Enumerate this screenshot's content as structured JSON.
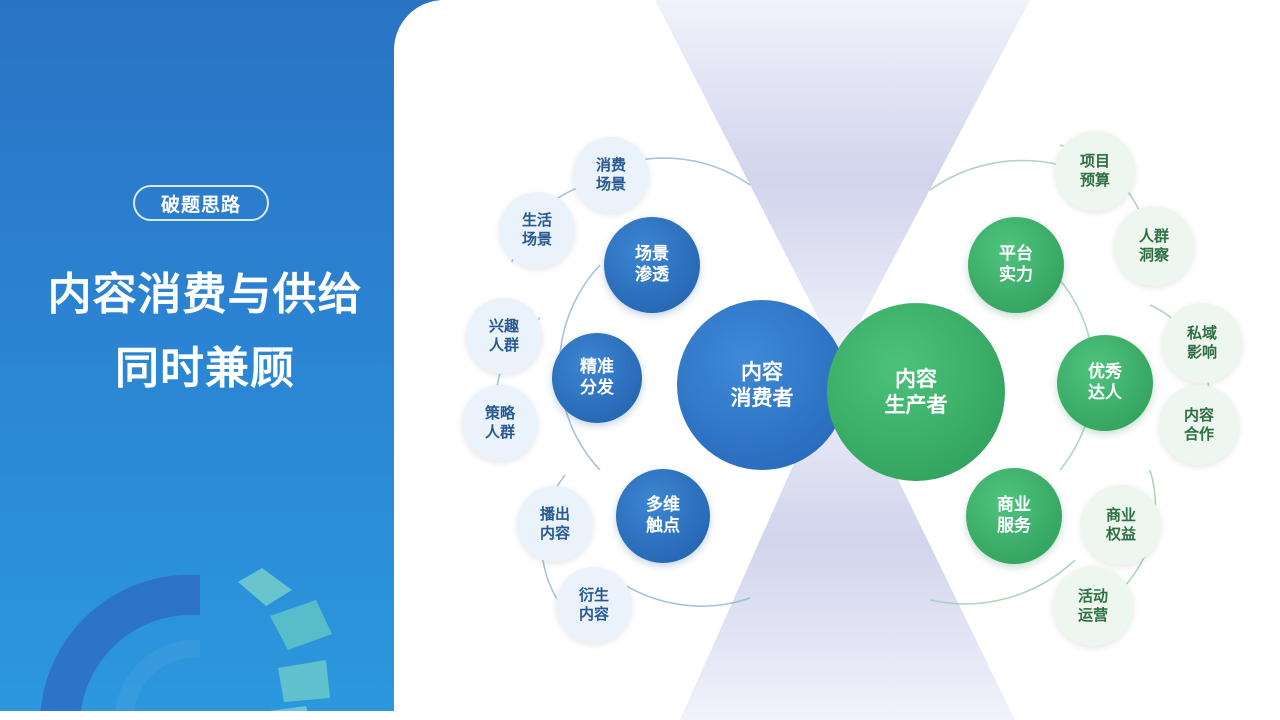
{
  "left": {
    "badge": "破题思路",
    "title_line1": "内容消费与供给",
    "title_line2": "同时兼顾"
  },
  "diagram": {
    "consumer": {
      "hub": [
        "内容",
        "消费者"
      ],
      "scene": {
        "label": [
          "场景",
          "渗透"
        ],
        "leaves": [
          [
            "消费",
            "场景"
          ],
          [
            "生活",
            "场景"
          ]
        ]
      },
      "precise": {
        "label": [
          "精准",
          "分发"
        ],
        "leaves": [
          [
            "兴趣",
            "人群"
          ],
          [
            "策略",
            "人群"
          ]
        ]
      },
      "touch": {
        "label": [
          "多维",
          "触点"
        ],
        "leaves": [
          [
            "播出",
            "内容"
          ],
          [
            "衍生",
            "内容"
          ]
        ]
      }
    },
    "producer": {
      "hub": [
        "内容",
        "生产者"
      ],
      "platform": {
        "label": [
          "平台",
          "实力"
        ],
        "leaves": [
          [
            "项目",
            "预算"
          ],
          [
            "人群",
            "洞察"
          ]
        ]
      },
      "talent": {
        "label": [
          "优秀",
          "达人"
        ],
        "leaves": [
          [
            "私域",
            "影响"
          ],
          [
            "内容",
            "合作"
          ]
        ]
      },
      "business": {
        "label": [
          "商业",
          "服务"
        ],
        "leaves": [
          [
            "商业",
            "权益"
          ],
          [
            "活动",
            "运营"
          ]
        ]
      }
    }
  },
  "colors": {
    "blue": "#2364b5",
    "green": "#2c9b57",
    "panel": "#2b83d2"
  }
}
